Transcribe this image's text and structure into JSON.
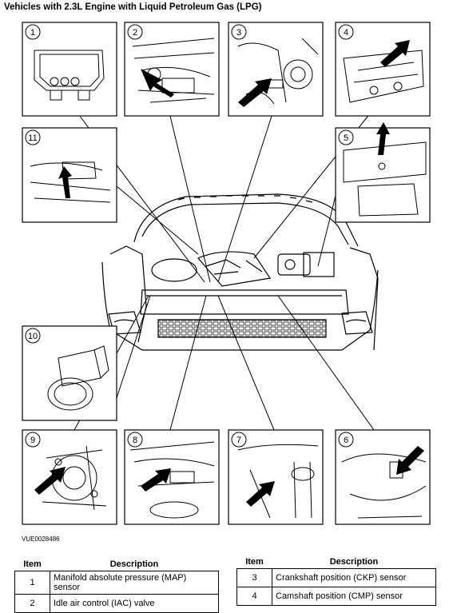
{
  "heading": "Vehicles with 2.3L Engine with Liquid Petroleum Gas (LPG)",
  "figure_code": "VUE0028486",
  "callouts": [
    "1",
    "2",
    "3",
    "4",
    "5",
    "6",
    "7",
    "8",
    "9",
    "10",
    "11"
  ],
  "legend_header": {
    "item": "Item",
    "description": "Description"
  },
  "legend_left": [
    {
      "item": "1",
      "description": "Manifold absolute pressure (MAP) sensor"
    },
    {
      "item": "2",
      "description": "Idle air control (IAC) valve"
    }
  ],
  "legend_right": [
    {
      "item": "3",
      "description": "Crankshaft position (CKP) sensor"
    },
    {
      "item": "4",
      "description": "Camshaft position (CMP) sensor"
    }
  ]
}
